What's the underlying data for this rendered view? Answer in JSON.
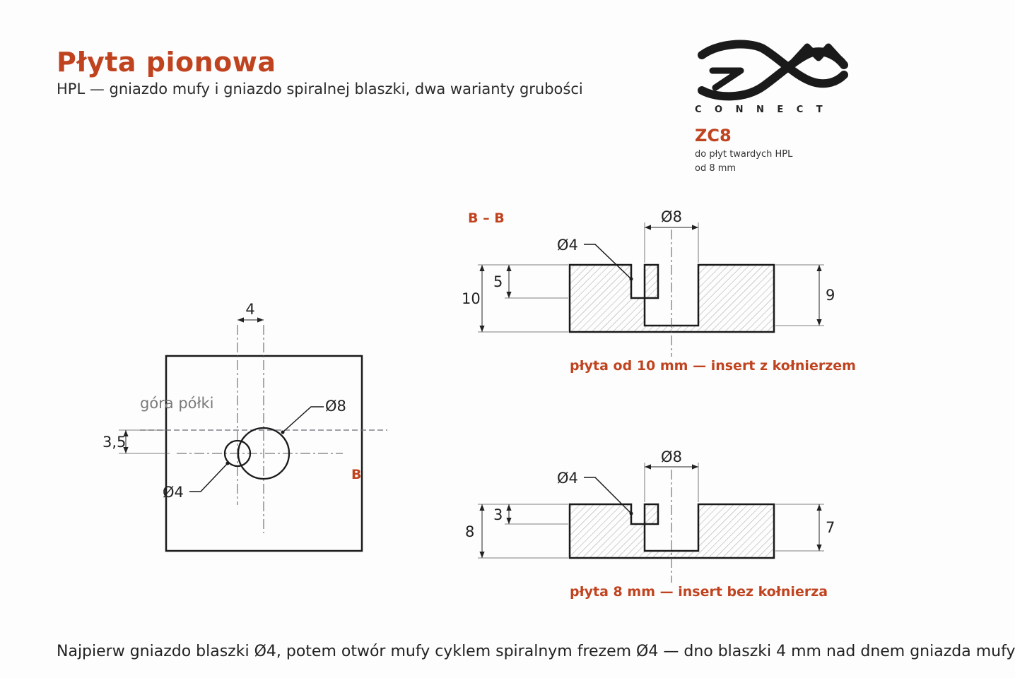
{
  "header": {
    "title": "Płyta pionowa",
    "subtitle": "HPL — gniazdo mufy i gniazdo spiralnej blaszki, dwa warianty grubości"
  },
  "brand": {
    "name": "CONNECT",
    "model": "ZC8",
    "desc_line1": "do płyt twardych HPL",
    "desc_line2": "od 8 mm",
    "logo_icon": "zm-connect-logo-icon"
  },
  "top_view": {
    "dim_width": "4",
    "dim_offset": "3,5",
    "label_top": "góra półki",
    "dia_large": "Ø8",
    "dia_small": "Ø4",
    "section_mark": "B"
  },
  "section_title": "B – B",
  "section_10": {
    "dia_large": "Ø8",
    "dia_small": "Ø4",
    "dim_thickness": "10",
    "dim_slot_depth": "5",
    "dim_pocket_depth": "9",
    "caption": "płyta od 10 mm — insert z kołnierzem"
  },
  "section_8": {
    "dia_large": "Ø8",
    "dia_small": "Ø4",
    "dim_thickness": "8",
    "dim_slot_depth": "3",
    "dim_pocket_depth": "7",
    "caption": "płyta 8 mm — insert bez kołnierza"
  },
  "footer": {
    "note": "Najpierw gniazdo blaszki Ø4, potem otwór mufy cyklem spiralnym frezem Ø4 — dno blaszki 4 mm nad dnem gniazda mufy"
  },
  "colors": {
    "accent": "#c0431f",
    "line": "#1a1a1a",
    "dim_line": "#444444",
    "top_line": "#6a6a7a"
  }
}
